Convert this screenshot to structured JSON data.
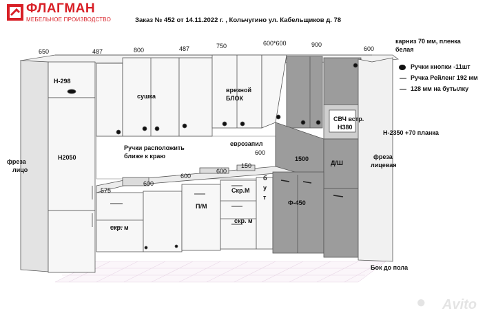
{
  "brand": {
    "name": "ФЛАГМАН",
    "subtitle": "МЕБЕЛЬНОЕ ПРОИЗВОДСТВО"
  },
  "order_line": "Заказ № 452  от 14.11.2022 г. , Кольчугино ул. Кабельщиков д. 78",
  "dimensions": {
    "w650": "650",
    "w487a": "487",
    "w800": "800",
    "w487b": "487",
    "w750": "750",
    "w600x600": "600*600",
    "w900": "900",
    "w600top": "600",
    "h2350": "Н-2350 +70 планка",
    "h2050": "Н2050",
    "h298": "Н-298",
    "d575": "575",
    "d600a": "600",
    "d600b": "600",
    "d600c": "600",
    "d600d": "600",
    "d150": "150",
    "d1500": "1500",
    "f450": "Ф-450"
  },
  "notes": {
    "cornice": "карниз 70 мм, пленка белая",
    "drying": "сушка",
    "built_in_block_1": "врезной",
    "built_in_block_2": "БЛОК",
    "handles_note_1": "Ручки расположить",
    "handles_note_2": "ближе к краю",
    "eurozapil": "еврозапил",
    "microwave_1": "СВЧ встр.",
    "microwave_2": "Н380",
    "dsh": "Д/Ш",
    "freza_face_1": "фреза",
    "freza_face_2": "лицо",
    "freza_front_1": "фреза",
    "freza_front_2": "лицевая",
    "pm": "П/М",
    "skr_m_a": "Скр.М",
    "skr_m_b": "скр. м",
    "skr_m_c": "скр. м",
    "bottle_b": "б",
    "bottle_u": "у",
    "bottle_t": "т",
    "side_to_floor": "Бок до пола"
  },
  "legend": {
    "knob": "Ручки кнопки -11шт",
    "rail": "Ручка Рейленг 192 мм",
    "bottle": "128 мм на бутылку"
  },
  "watermark": "Avito",
  "colors": {
    "brand": "#d81f26",
    "dark_front": "#9c9c9c",
    "light_front": "#f7f7f7",
    "wall": "#e9e9e9"
  }
}
